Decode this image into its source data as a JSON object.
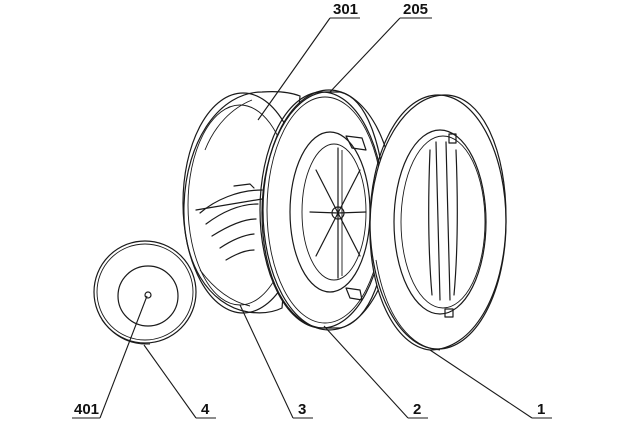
{
  "labels": {
    "l301": "301",
    "l205": "205",
    "l401": "401",
    "l4": "4",
    "l3": "3",
    "l2": "2",
    "l1": "1"
  }
}
